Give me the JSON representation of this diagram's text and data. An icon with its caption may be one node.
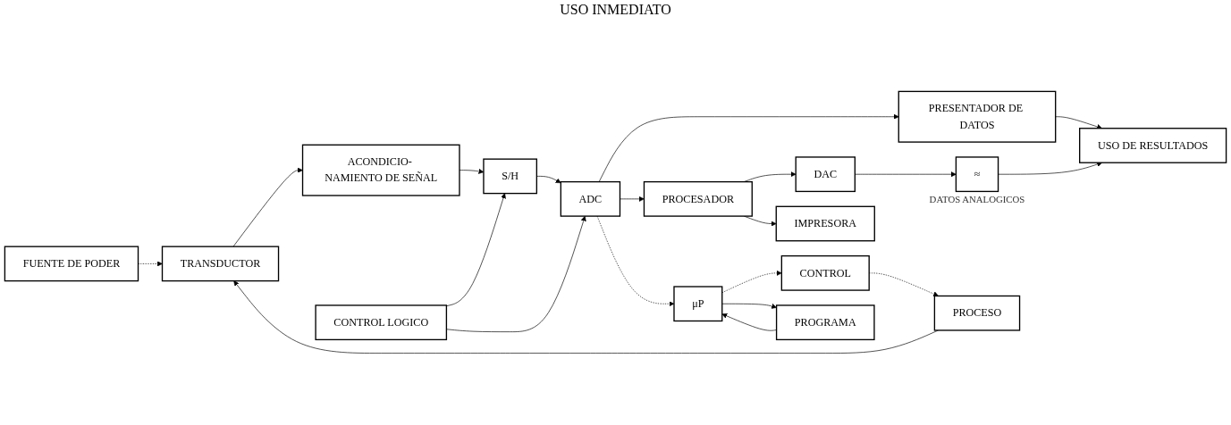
{
  "diagram": {
    "nodes": [
      {
        "text": [
          "TRANSDUCTOR"
        ]
      },
      {
        "text": [
          "ACONDICIO- NAMIENTO DE SEÑAL"
        ]
      },
      {
        "text": [
          "S/H"
        ]
      },
      {
        "text": [
          "ADC"
        ]
      },
      {
        "text": [
          "PRESENTADOR DE DATOS"
        ]
      },
      {
        "text": [
          "USO DE RESULTADOS"
        ]
      },
      {
        "text": [
          "PROCESO"
        ]
      },
      {
        "text": [
          "FUENTE DE PODER"
        ]
      },
      {
        "text": [
          "CONTROL LOGICO"
        ]
      },
      {
        "text": [
          "PROCESADOR"
        ]
      },
      {
        "text": [
          "CONTROL"
        ]
      },
      {
        "text": [
          "μP"
        ]
      },
      {
        "text": [
          "DAC"
        ]
      },
      {
        "text": [
          "≈"
        ],
        "beside": [
          "DATOS ANALOGICOS"
        ]
      },
      {
        "text": [
          "PROGRAMA"
        ]
      },
      {
        "text": [
          "IMPRESORA"
        ]
      }
    ],
    "edges": [
      {
        "from": 6,
        "to": 0,
        "arrow": "to"
      },
      {
        "from": 7,
        "to": 0,
        "arrow": "to",
        "style": "dashed"
      },
      {
        "from": 0,
        "to": 1,
        "arrow": "to"
      },
      {
        "from": 1,
        "to": 2,
        "arrow": "to"
      },
      {
        "from": 2,
        "to": 3,
        "arrow": "to"
      },
      {
        "from": 8,
        "to": 2,
        "arrow": "to"
      },
      {
        "from": 8,
        "to": 3,
        "arrow": "to"
      },
      {
        "from": 3,
        "to": 4,
        "arrow": "to"
      },
      {
        "from": 3,
        "to": 9,
        "arrow": "to"
      },
      {
        "from": 4,
        "to": 5,
        "arrow": "to"
      },
      {
        "from": 3,
        "to": 11,
        "arrow": "to",
        "style": "dashed"
      },
      {
        "from": 11,
        "to": 10,
        "arrow": "to",
        "style": "dashed"
      },
      {
        "from": 10,
        "to": 6,
        "arrow": "to",
        "style": "dashed"
      },
      {
        "from": 14,
        "to": 11,
        "arrow": "to"
      },
      {
        "from": 11,
        "to": 14,
        "arrow": "to"
      },
      {
        "from": 9,
        "to": 12,
        "arrow": "to"
      },
      {
        "from": 9,
        "to": 15,
        "arrow": "to"
      },
      {
        "from": 12,
        "to": 13,
        "arrow": "to"
      },
      {
        "from": 13,
        "to": 5,
        "arrow": "to"
      }
    ],
    "labels": [
      "USO INMEDIATO"
    ]
  }
}
